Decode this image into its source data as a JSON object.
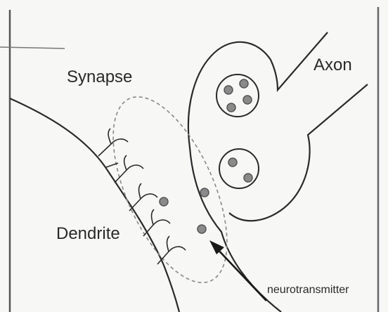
{
  "labels": {
    "synapse": "Synapse",
    "axon": "Axon",
    "dendrite": "Dendrite",
    "neurotransmitter": "neurotransmitter"
  },
  "colors": {
    "ink": "#2a2a2a",
    "vesicle_dot": "#8a8a8a",
    "dashed_outline": "#888888",
    "frame": "#555555"
  },
  "vesicle_counts": {
    "upper": 4,
    "lower": 2
  },
  "free_molecules": 3,
  "receptor_count": 6
}
